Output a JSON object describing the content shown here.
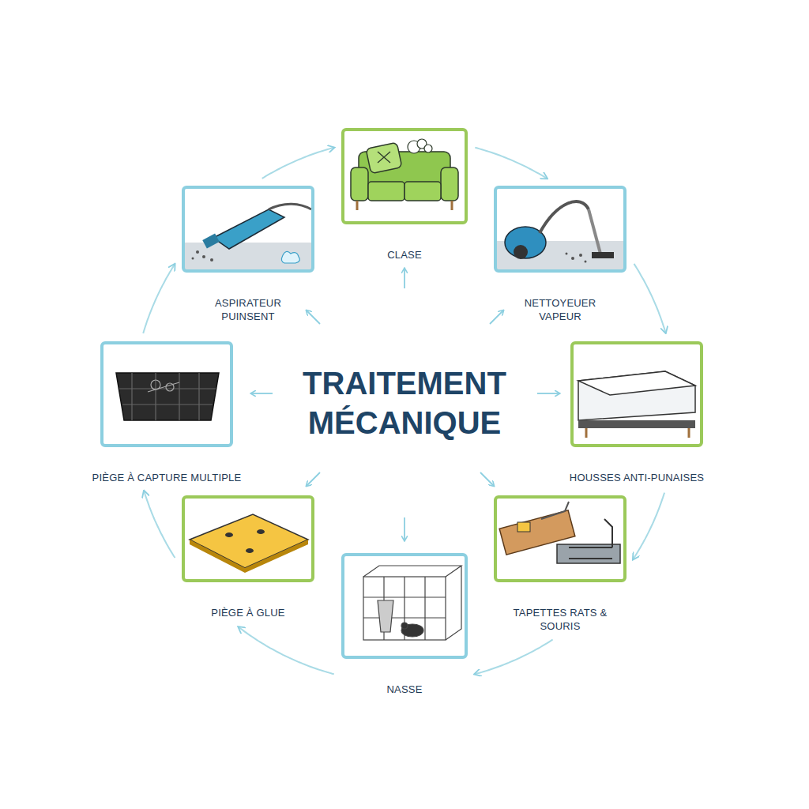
{
  "diagram": {
    "title": "TRAITEMENT MÉCANIQUE",
    "nodes": [
      {
        "text": [
          "CLASE"
        ]
      },
      {
        "text": [
          "NETTOYEUER VAPEUR"
        ]
      },
      {
        "text": [
          "HOUSSES ANTI-PUNAISES"
        ]
      },
      {
        "text": [
          "TAPETTES RATS & SOURIS"
        ]
      },
      {
        "text": [
          "NASSE"
        ]
      },
      {
        "text": [
          "PIÈGE À GLUE"
        ]
      },
      {
        "text": [
          "PIÈGE À CAPTURE MULTIPLE"
        ]
      },
      {
        "text": [
          "ASPIRATEUR PUINSENT"
        ]
      }
    ],
    "edges": [
      {
        "from": 0,
        "to": 1,
        "arrow": "to"
      },
      {
        "from": 1,
        "to": 2,
        "arrow": "to"
      },
      {
        "from": 2,
        "to": 3,
        "arrow": "to"
      },
      {
        "from": 3,
        "to": 4,
        "arrow": "to"
      },
      {
        "from": 4,
        "to": 5,
        "arrow": "to"
      },
      {
        "from": 5,
        "to": 6,
        "arrow": "to"
      },
      {
        "from": 6,
        "to": 7,
        "arrow": "to"
      },
      {
        "from": 7,
        "to": 0,
        "arrow": "to"
      }
    ]
  }
}
